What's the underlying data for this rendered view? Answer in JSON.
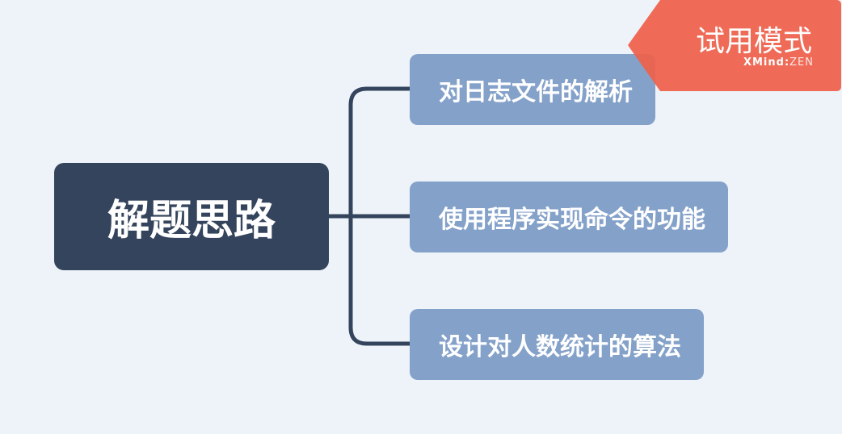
{
  "root": {
    "label": "解题思路"
  },
  "branches": [
    {
      "label": "对日志文件的解析"
    },
    {
      "label": "使用程序实现命令的功能"
    },
    {
      "label": "设计对人数统计的算法"
    }
  ],
  "watermark": {
    "title": "试用模式",
    "brand_a": "XMind",
    "brand_sep": ":",
    "brand_b": "ZEN"
  },
  "colors": {
    "background": "#edf3f9",
    "root": "#34445c",
    "branch": "#84a1c9",
    "badge": "#f0604a"
  }
}
